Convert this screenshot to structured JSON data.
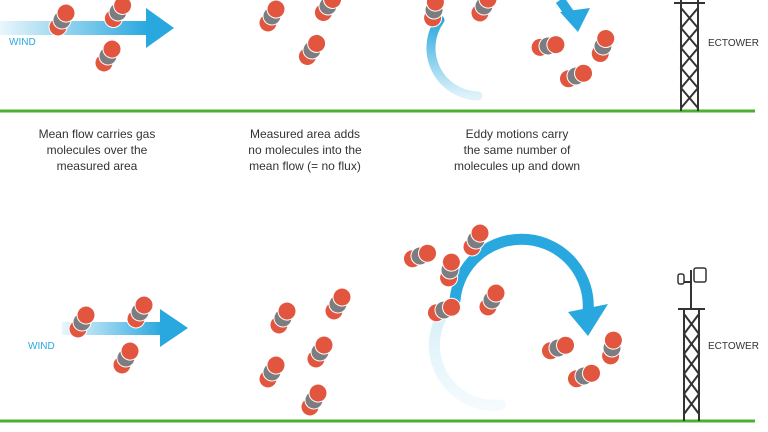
{
  "top_panel": {
    "wind_label": "WIND",
    "tower_label": "ECTOWER",
    "captions": [
      [
        "Mean flow carries gas",
        "molecules over the",
        "measured area"
      ],
      [
        "Measured area adds",
        "no molecules into the",
        "mean flow (= no flux)"
      ],
      [
        "Eddy motions carry",
        "the same number of",
        "molecules up and down"
      ]
    ]
  },
  "bottom_panel": {
    "wind_label": "WIND",
    "tower_label": "ECTOWER"
  },
  "colors": {
    "molecule_red": "#e2553f",
    "molecule_gray": "#7b7d80",
    "arrow_blue": "#29a8df",
    "ground_green": "#4caf2f",
    "tower_dark": "#333333"
  },
  "icons": [
    "molecule-icon",
    "wind-arrow-icon",
    "eddy-arrow-icon",
    "tower-icon",
    "sensor-icon"
  ]
}
